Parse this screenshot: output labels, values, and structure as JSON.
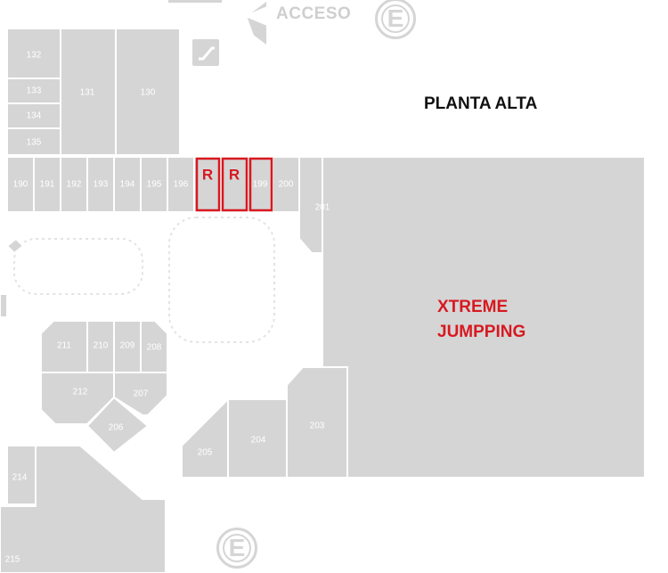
{
  "map": {
    "title": "PLANTA ALTA",
    "access_label": "ACCESO",
    "exit_symbol": "E",
    "anchor": {
      "line1": "XTREME",
      "line2": "JUMPPING"
    },
    "highlight_label": "R",
    "colors": {
      "store_fill": "#d5d5d5",
      "highlight": "#d71920",
      "title": "#111111",
      "background": "#ffffff"
    },
    "icons": [
      "access-arrow-icon",
      "exit-icon",
      "escalator-icon"
    ],
    "stores": [
      {
        "id": "132",
        "label": "132",
        "highlighted": false
      },
      {
        "id": "133",
        "label": "133",
        "highlighted": false
      },
      {
        "id": "134",
        "label": "134",
        "highlighted": false
      },
      {
        "id": "135",
        "label": "135",
        "highlighted": false
      },
      {
        "id": "131",
        "label": "131",
        "highlighted": false
      },
      {
        "id": "130",
        "label": "130",
        "highlighted": false
      },
      {
        "id": "190",
        "label": "190",
        "highlighted": false
      },
      {
        "id": "191",
        "label": "191",
        "highlighted": false
      },
      {
        "id": "192",
        "label": "192",
        "highlighted": false
      },
      {
        "id": "193",
        "label": "193",
        "highlighted": false
      },
      {
        "id": "194",
        "label": "194",
        "highlighted": false
      },
      {
        "id": "195",
        "label": "195",
        "highlighted": false
      },
      {
        "id": "196",
        "label": "196",
        "highlighted": false
      },
      {
        "id": "197",
        "label": "R",
        "highlighted": true
      },
      {
        "id": "198",
        "label": "R",
        "highlighted": true
      },
      {
        "id": "199",
        "label": "199",
        "highlighted": true
      },
      {
        "id": "200",
        "label": "200",
        "highlighted": false
      },
      {
        "id": "201",
        "label": "201",
        "highlighted": false
      },
      {
        "id": "211",
        "label": "211",
        "highlighted": false
      },
      {
        "id": "210",
        "label": "210",
        "highlighted": false
      },
      {
        "id": "209",
        "label": "209",
        "highlighted": false
      },
      {
        "id": "208",
        "label": "208",
        "highlighted": false
      },
      {
        "id": "212",
        "label": "212",
        "highlighted": false
      },
      {
        "id": "207",
        "label": "207",
        "highlighted": false
      },
      {
        "id": "206",
        "label": "206",
        "highlighted": false
      },
      {
        "id": "205",
        "label": "205",
        "highlighted": false
      },
      {
        "id": "204",
        "label": "204",
        "highlighted": false
      },
      {
        "id": "203",
        "label": "203",
        "highlighted": false
      },
      {
        "id": "214",
        "label": "214",
        "highlighted": false
      },
      {
        "id": "215",
        "label": "215",
        "highlighted": false
      }
    ]
  }
}
